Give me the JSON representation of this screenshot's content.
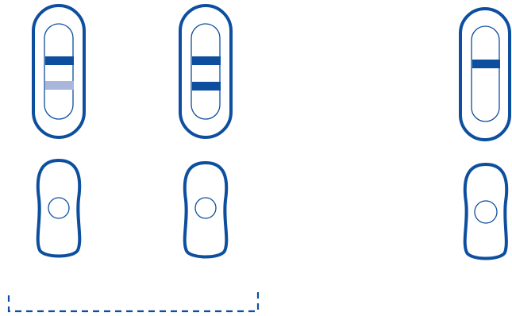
{
  "colors": {
    "outline": "#0d4f9e",
    "strong_line": "#0d4f9e",
    "faint_line": "#aab7dc",
    "background": "#ffffff"
  },
  "tests": [
    {
      "id": "test-1",
      "result_lines": [
        "control-strong",
        "test-faint"
      ]
    },
    {
      "id": "test-2",
      "result_lines": [
        "control-strong",
        "test-strong"
      ]
    },
    {
      "id": "test-3",
      "result_lines": [
        "control-strong"
      ]
    }
  ],
  "bracket": {
    "style": "dashed",
    "groups_tests": [
      "test-1",
      "test-2"
    ]
  }
}
